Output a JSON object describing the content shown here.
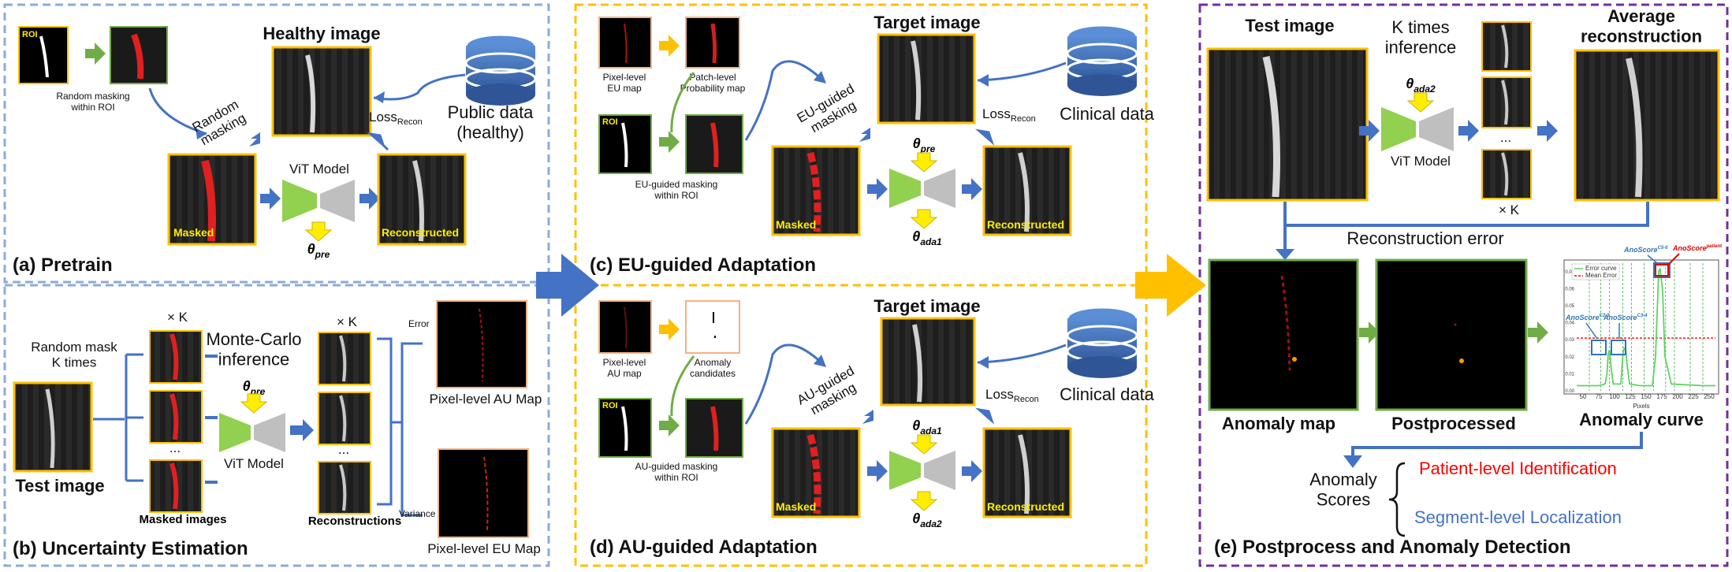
{
  "colors": {
    "blue_arrow": "#4472c4",
    "green_arrow": "#70ad47",
    "yellow_arrow": "#ffc000",
    "panel_blue_border": "#8eaadb",
    "panel_yellow_border": "#ffc000",
    "panel_purple_border": "#7030a0",
    "frame_yellow": "#ffc000",
    "frame_green": "#70ad47",
    "frame_pink": "#f4b183",
    "vit_green": "#92d050",
    "vit_gray": "#bfbfbf",
    "red_text": "#ff0000",
    "blue_text": "#4472c4"
  },
  "panel_a": {
    "title": "(a) Pretrain",
    "healthy_image": "Healthy image",
    "roi": "ROI",
    "random_masking_within_roi": "Random masking\nwithin ROI",
    "random_masking": "Random\nmasking",
    "loss": "Loss",
    "recon_sub": "Recon",
    "public_data": "Public data\n(healthy)",
    "vit_model": "ViT Model",
    "theta": "θ",
    "theta_sub": "pre",
    "masked": "Masked",
    "reconstructed": "Reconstructed"
  },
  "panel_b": {
    "title": "(b) Uncertainty Estimation",
    "times_k": "× K",
    "random_mask_k_times": "Random mask\nK times",
    "monte_carlo": "Monte-Carlo\ninference",
    "theta": "θ",
    "theta_sub": "pre",
    "vit_model": "ViT Model",
    "dots": "...",
    "test_image": "Test image",
    "masked_images": "Masked images",
    "reconstructions": "Reconstructions",
    "error": "Error",
    "variance": "Variance",
    "au_map": "Pixel-level AU Map",
    "eu_map": "Pixel-level EU Map"
  },
  "panel_c": {
    "title": "(c) EU-guided Adaptation",
    "target_image": "Target image",
    "pixel_eu_map": "Pixel-level\nEU map",
    "patch_prob_map": "Patch-level\nProbability map",
    "roi": "ROI",
    "eu_guided_masking_within_roi": "EU-guided masking\nwithin ROI",
    "eu_guided_masking": "EU-guided\nmasking",
    "loss": "Loss",
    "recon_sub": "Recon",
    "clinical_data": "Clinical data",
    "theta": "θ",
    "theta_in_sub": "pre",
    "theta_out_sub": "ada1",
    "masked": "Masked",
    "reconstructed": "Reconstructed"
  },
  "panel_d": {
    "title": "(d) AU-guided Adaptation",
    "target_image": "Target image",
    "pixel_au_map": "Pixel-level\nAU map",
    "anomaly_candidates": "Anomaly\ncandidates",
    "roi": "ROI",
    "au_guided_masking_within_roi": "AU-guided masking\nwithin ROI",
    "au_guided_masking": "AU-guided\nmasking",
    "loss": "Loss",
    "recon_sub": "Recon",
    "clinical_data": "Clinical data",
    "theta": "θ",
    "theta_in_sub": "ada1",
    "theta_out_sub": "ada2",
    "masked": "Masked",
    "reconstructed": "Reconstructed"
  },
  "panel_e": {
    "title": "(e) Postprocess and Anomaly Detection",
    "test_image": "Test image",
    "k_times_inference": "K times\ninference",
    "theta": "θ",
    "theta_sub": "ada2",
    "vit_model": "ViT Model",
    "dots": "...",
    "times_k": "× K",
    "average_reconstruction": "Average\nreconstruction",
    "reconstruction_error": "Reconstruction error",
    "anomaly_map": "Anomaly map",
    "postprocessed": "Postprocessed",
    "anomaly_curve": "Anomaly curve",
    "anomaly_scores": "Anomaly\nScores",
    "patient_level": "Patient-level Identification",
    "segment_level": "Segment-level Localization",
    "anoscore_c2_3": "AnoScore",
    "anoscore_c2_3_sup": "C2-3",
    "anoscore_c3_4": "AnoScore",
    "anoscore_c3_4_sup": "C3-4",
    "anoscore_c5_6": "AnoScore",
    "anoscore_c5_6_sup": "C5-6",
    "anoscore_patient": "AnoScore",
    "anoscore_patient_sup": "patient"
  },
  "chart_data": {
    "type": "line",
    "legend": [
      "Error curve",
      "Mean Error"
    ],
    "legend_position": "top-left",
    "xlabel": "Pixels",
    "xticks": [
      "50",
      "75",
      "100",
      "125",
      "150",
      "175",
      "200",
      "225",
      "250"
    ],
    "yticks": [
      "0.00",
      "0.01",
      "0.02",
      "0.03",
      "0.04",
      "0.05",
      "0.06",
      "0.07"
    ],
    "xlim": [
      40,
      260
    ],
    "ylim": [
      0,
      0.075
    ],
    "mean_error": 0.031,
    "segment_lines": [
      60,
      78,
      92,
      113,
      127,
      147,
      162,
      181,
      195,
      220,
      240
    ],
    "series": [
      {
        "name": "Error curve",
        "x": [
          40,
          60,
          75,
          85,
          88,
          90,
          92,
          95,
          98,
          110,
          113,
          115,
          118,
          120,
          124,
          140,
          160,
          165,
          168,
          170,
          172,
          176,
          180,
          190,
          240,
          260
        ],
        "y": [
          0.003,
          0.003,
          0.003,
          0.004,
          0.01,
          0.022,
          0.024,
          0.012,
          0.004,
          0.004,
          0.02,
          0.025,
          0.024,
          0.015,
          0.004,
          0.003,
          0.003,
          0.02,
          0.05,
          0.07,
          0.072,
          0.06,
          0.02,
          0.004,
          0.003,
          0.003
        ]
      }
    ]
  }
}
